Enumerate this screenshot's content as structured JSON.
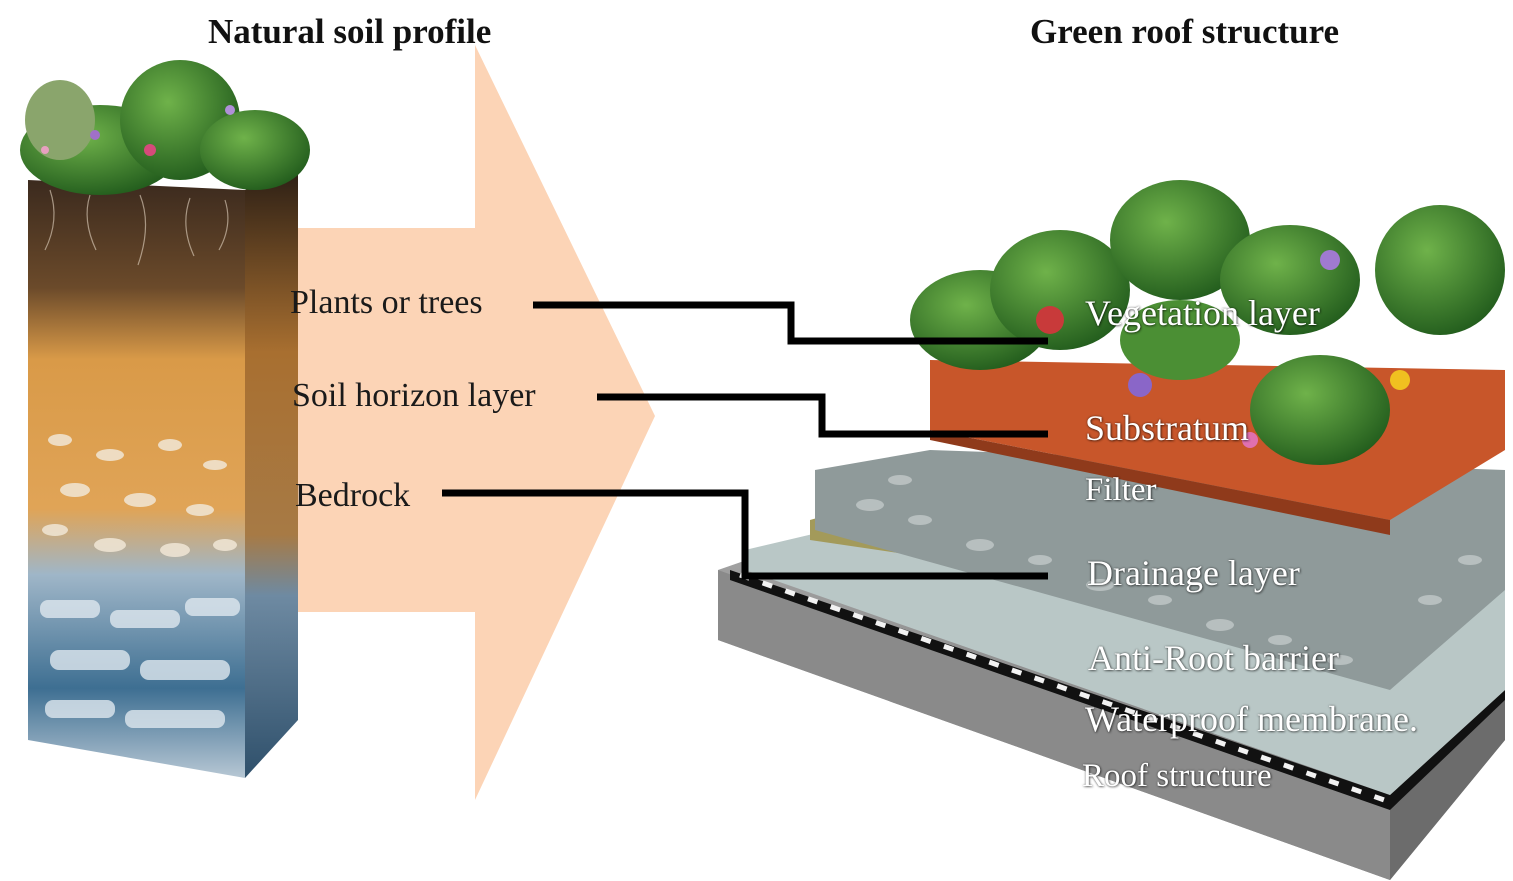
{
  "titles": {
    "left": "Natural soil profile",
    "right": "Green roof structure"
  },
  "soil_profile_labels": [
    "Plants or trees",
    "Soil horizon layer",
    "Bedrock"
  ],
  "green_roof_labels": [
    "Vegetation layer",
    "Substratum",
    "Filter",
    "Drainage layer",
    "Anti-Root  barrier",
    "Waterproof membrane.",
    "Roof  structure"
  ],
  "colors": {
    "arrow": "#fcd4b6",
    "connector": "#000000",
    "substratum": "#c8562a",
    "drainage": "#8f9a9a",
    "roof": "#8e8e8e",
    "vegetation": "#3f8a2e"
  }
}
